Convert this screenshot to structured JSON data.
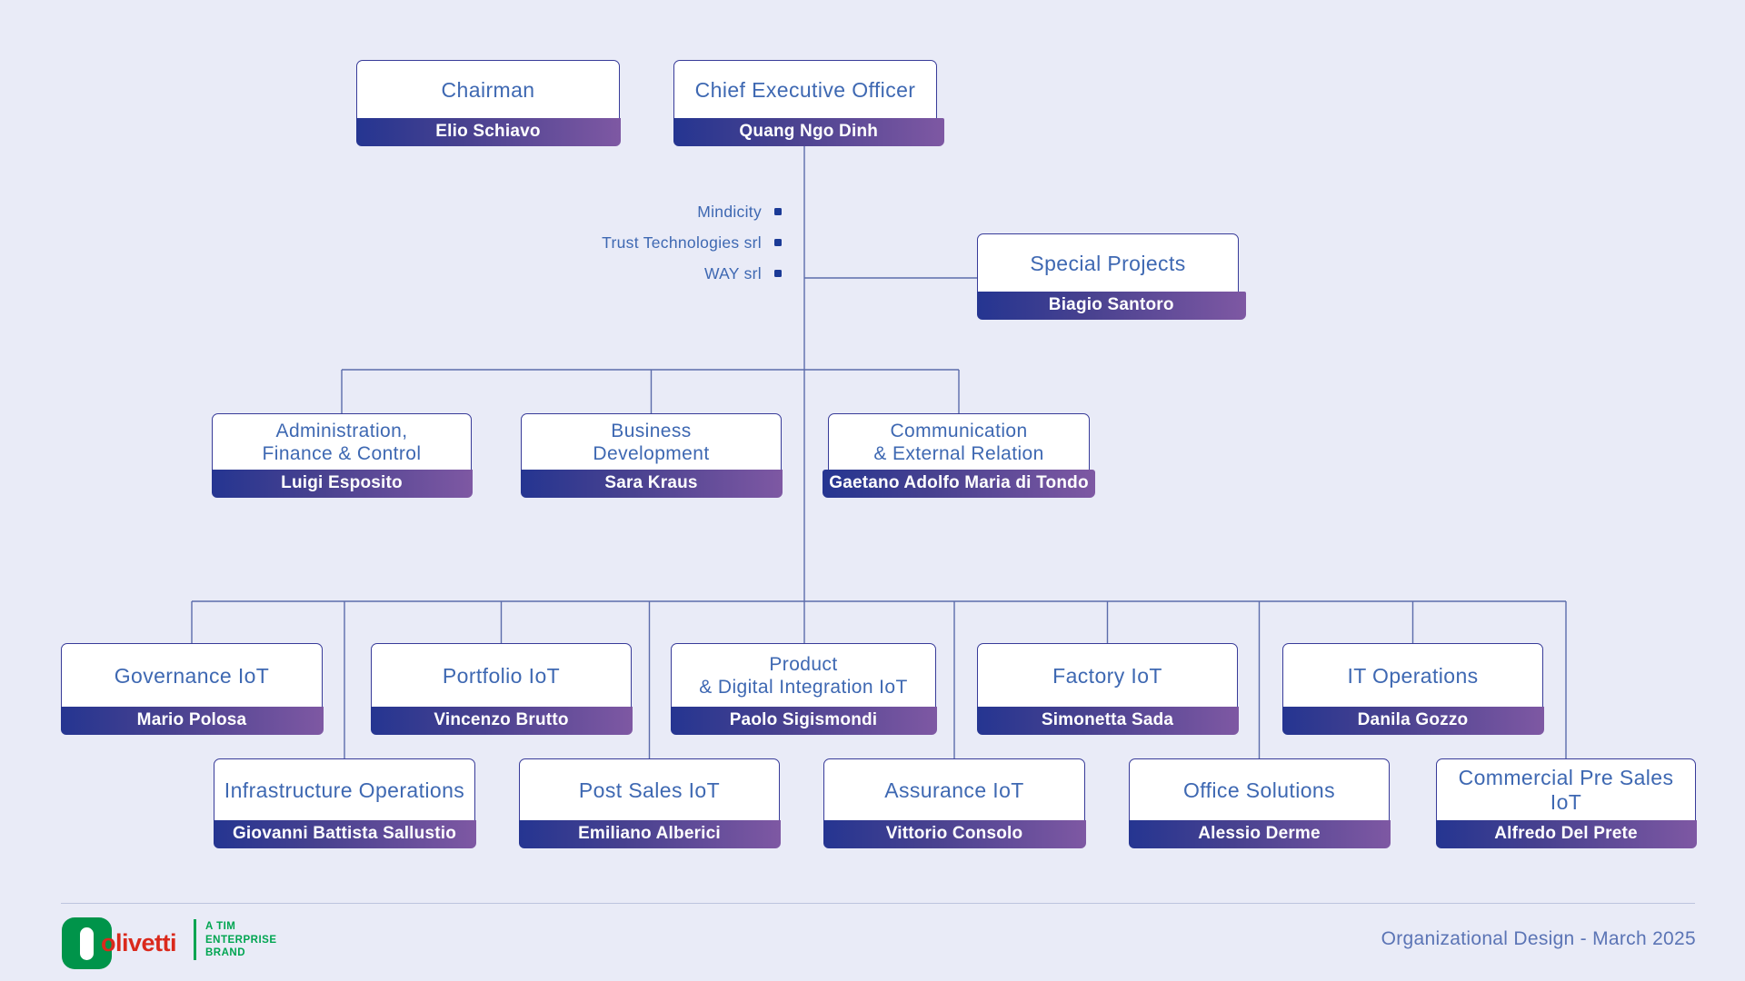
{
  "page": {
    "background": "#e9ebf7",
    "footer_note": "Organizational Design - March 2025"
  },
  "colors": {
    "box_border": "#383b99",
    "title_text": "#3e68b2",
    "bar_gradient_start": "#253591",
    "bar_gradient_end": "#7e58a3",
    "connector": "#5c6cab",
    "olivetti_green": "#00944a",
    "olivetti_red": "#da291c",
    "tim_green": "#00a551"
  },
  "org": {
    "nodes": [
      {
        "id": "chairman",
        "title": "Chairman",
        "name": "Elio Schiavo"
      },
      {
        "id": "ceo",
        "title": "Chief  Executive Officer",
        "name": "Quang Ngo Dinh"
      },
      {
        "id": "special",
        "title": "Special Projects",
        "name": "Biagio Santoro"
      },
      {
        "id": "administration",
        "title": "Administration,\nFinance & Control",
        "name": "Luigi Esposito"
      },
      {
        "id": "business",
        "title": "Business\nDevelopment",
        "name": "Sara Kraus"
      },
      {
        "id": "communication",
        "title": "Communication\n& External Relation",
        "name": "Gaetano Adolfo Maria di Tondo"
      },
      {
        "id": "governance",
        "title": "Governance IoT",
        "name": "Mario Polosa"
      },
      {
        "id": "portfolio",
        "title": "Portfolio IoT",
        "name": "Vincenzo Brutto"
      },
      {
        "id": "product",
        "title": "Product\n& Digital Integration IoT",
        "name": "Paolo Sigismondi"
      },
      {
        "id": "factory",
        "title": "Factory IoT",
        "name": "Simonetta Sada"
      },
      {
        "id": "itops",
        "title": "IT Operations",
        "name": "Danila Gozzo"
      },
      {
        "id": "infrastructure",
        "title": "Infrastructure Operations",
        "name": "Giovanni Battista Sallustio"
      },
      {
        "id": "postsales",
        "title": "Post Sales IoT",
        "name": "Emiliano Alberici"
      },
      {
        "id": "assurance",
        "title": "Assurance IoT",
        "name": "Vittorio Consolo"
      },
      {
        "id": "office",
        "title": "Office Solutions",
        "name": "Alessio Derme"
      },
      {
        "id": "commercial",
        "title": "Commercial Pre Sales IoT",
        "name": "Alfredo Del Prete"
      }
    ]
  },
  "subsidiaries": {
    "items": [
      "Mindicity",
      "Trust Technologies srl",
      "WAY srl"
    ]
  },
  "brand": {
    "logo_text": "olivetti",
    "tagline": "A TIM\nENTERPRISE\nBRAND"
  }
}
